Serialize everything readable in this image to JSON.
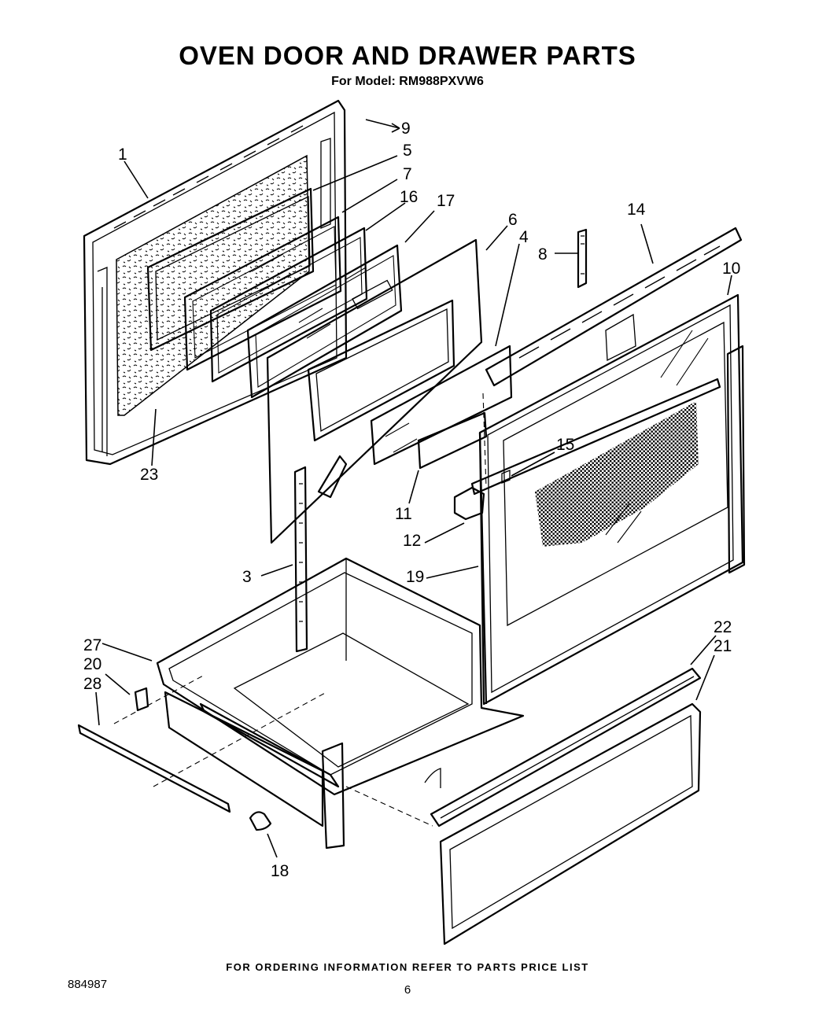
{
  "title": "OVEN DOOR AND DRAWER PARTS",
  "subtitle": "For Model: RM988PXVW6",
  "footer_note": "FOR ORDERING INFORMATION REFER TO PARTS PRICE LIST",
  "document_number": "884987",
  "page_number": "6",
  "callouts": [
    "1",
    "5",
    "7",
    "9",
    "16",
    "17",
    "6",
    "4",
    "8",
    "14",
    "10",
    "15",
    "11",
    "12",
    "19",
    "3",
    "23",
    "22",
    "21",
    "27",
    "20",
    "28",
    "18"
  ]
}
